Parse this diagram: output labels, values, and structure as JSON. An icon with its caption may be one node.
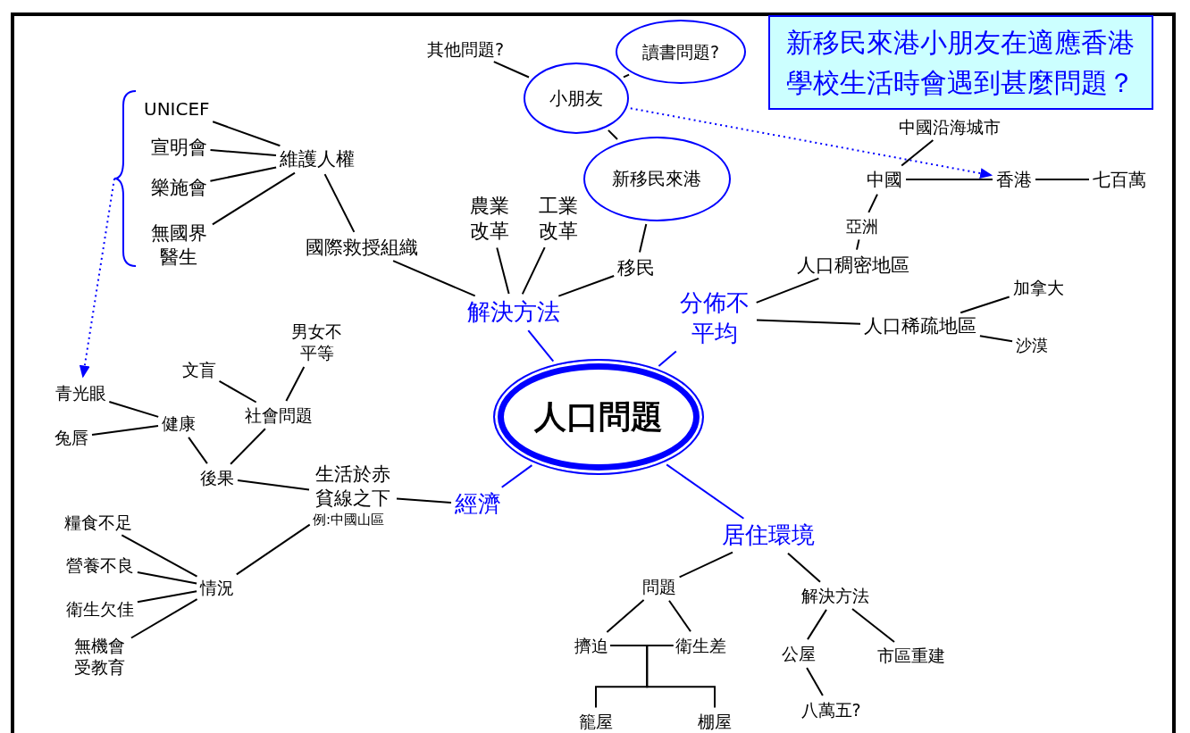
{
  "diagram": {
    "nodes": [
      {
        "text": [
          "新移民來港小朋友在適應香港學校生活時會遇到甚麼問題？"
        ]
      },
      {
        "text": [
          "人口問題"
        ]
      },
      {
        "text": [
          "解決方法"
        ]
      },
      {
        "text": [
          "分佈不平均"
        ]
      },
      {
        "text": [
          "經濟"
        ]
      },
      {
        "text": [
          "居住環境"
        ]
      },
      {
        "text": [
          "國際救授組織"
        ]
      },
      {
        "text": [
          "維護人權"
        ]
      },
      {
        "text": [
          "UNICEF"
        ]
      },
      {
        "text": [
          "宣明會"
        ]
      },
      {
        "text": [
          "樂施會"
        ]
      },
      {
        "text": [
          "無國界醫生"
        ]
      },
      {
        "text": [
          "農業改革"
        ]
      },
      {
        "text": [
          "工業改革"
        ]
      },
      {
        "text": [
          "移民"
        ]
      },
      {
        "text": [
          "新移民來港"
        ]
      },
      {
        "text": [
          "小朋友"
        ]
      },
      {
        "text": [
          "讀書問題?"
        ]
      },
      {
        "text": [
          "其他問題?"
        ]
      },
      {
        "text": [
          "人口稠密地區"
        ]
      },
      {
        "text": [
          "亞洲"
        ]
      },
      {
        "text": [
          "中國"
        ]
      },
      {
        "text": [
          "中國沿海城市"
        ]
      },
      {
        "text": [
          "香港"
        ]
      },
      {
        "text": [
          "七百萬"
        ]
      },
      {
        "text": [
          "人口稀疏地區"
        ]
      },
      {
        "text": [
          "加拿大"
        ]
      },
      {
        "text": [
          "沙漠"
        ]
      },
      {
        "text": [
          "男女不平等"
        ]
      },
      {
        "text": [
          "文盲"
        ]
      },
      {
        "text": [
          "社會問題"
        ]
      },
      {
        "text": [
          "青光眼"
        ]
      },
      {
        "text": [
          "兔唇"
        ]
      },
      {
        "text": [
          "健康"
        ]
      },
      {
        "text": [
          "後果"
        ]
      },
      {
        "text": [
          "生活於赤貧線之下",
          "例:中國山區"
        ]
      },
      {
        "text": [
          "糧食不足"
        ]
      },
      {
        "text": [
          "營養不良"
        ]
      },
      {
        "text": [
          "衛生欠佳"
        ]
      },
      {
        "text": [
          "無機會受教育"
        ]
      },
      {
        "text": [
          "情況"
        ]
      },
      {
        "text": [
          "問題"
        ]
      },
      {
        "text": [
          "解決方法"
        ]
      },
      {
        "text": [
          "擠迫"
        ]
      },
      {
        "text": [
          "衛生差"
        ]
      },
      {
        "text": [
          "籠屋"
        ]
      },
      {
        "text": [
          "棚屋"
        ]
      },
      {
        "text": [
          "公屋"
        ]
      },
      {
        "text": [
          "市區重建"
        ]
      },
      {
        "text": [
          "八萬五?"
        ]
      },
      {
        "text": [],
        "shape": "brace"
      }
    ],
    "edges": [
      {
        "from": 1,
        "to": 2,
        "arrow": "none",
        "color": "#0000ff"
      },
      {
        "from": 1,
        "to": 3,
        "arrow": "none",
        "color": "#0000ff"
      },
      {
        "from": 1,
        "to": 4,
        "arrow": "none",
        "color": "#0000ff"
      },
      {
        "from": 1,
        "to": 5,
        "arrow": "none",
        "color": "#0000ff"
      },
      {
        "from": 2,
        "to": 6,
        "arrow": "none"
      },
      {
        "from": 2,
        "to": 12,
        "arrow": "none"
      },
      {
        "from": 2,
        "to": 13,
        "arrow": "none"
      },
      {
        "from": 2,
        "to": 14,
        "arrow": "none"
      },
      {
        "from": 6,
        "to": 7,
        "arrow": "none"
      },
      {
        "from": 7,
        "to": 8,
        "arrow": "none"
      },
      {
        "from": 7,
        "to": 9,
        "arrow": "none"
      },
      {
        "from": 7,
        "to": 10,
        "arrow": "none"
      },
      {
        "from": 7,
        "to": 11,
        "arrow": "none"
      },
      {
        "from": 14,
        "to": 15,
        "arrow": "none"
      },
      {
        "from": 15,
        "to": 16,
        "arrow": "none"
      },
      {
        "from": 16,
        "to": 18,
        "arrow": "none"
      },
      {
        "from": 16,
        "to": 17,
        "arrow": "none"
      },
      {
        "from": 16,
        "to": 23,
        "arrow": "to",
        "style": "dashed",
        "color": "#0000ff"
      },
      {
        "from": 50,
        "to": 31,
        "arrow": "to",
        "style": "dashed",
        "color": "#0000ff"
      },
      {
        "from": 3,
        "to": 19,
        "arrow": "none"
      },
      {
        "from": 3,
        "to": 25,
        "arrow": "none"
      },
      {
        "from": 19,
        "to": 20,
        "arrow": "none"
      },
      {
        "from": 20,
        "to": 21,
        "arrow": "none"
      },
      {
        "from": 21,
        "to": 22,
        "arrow": "none"
      },
      {
        "from": 21,
        "to": 23,
        "arrow": "none"
      },
      {
        "from": 23,
        "to": 24,
        "arrow": "none"
      },
      {
        "from": 25,
        "to": 26,
        "arrow": "none"
      },
      {
        "from": 25,
        "to": 27,
        "arrow": "none"
      },
      {
        "from": 4,
        "to": 35,
        "arrow": "none"
      },
      {
        "from": 35,
        "to": 34,
        "arrow": "none"
      },
      {
        "from": 35,
        "to": 40,
        "arrow": "none"
      },
      {
        "from": 34,
        "to": 33,
        "arrow": "none"
      },
      {
        "from": 34,
        "to": 30,
        "arrow": "none"
      },
      {
        "from": 30,
        "to": 29,
        "arrow": "none"
      },
      {
        "from": 30,
        "to": 28,
        "arrow": "none"
      },
      {
        "from": 33,
        "to": 31,
        "arrow": "none"
      },
      {
        "from": 33,
        "to": 32,
        "arrow": "none"
      },
      {
        "from": 40,
        "to": 36,
        "arrow": "none"
      },
      {
        "from": 40,
        "to": 37,
        "arrow": "none"
      },
      {
        "from": 40,
        "to": 38,
        "arrow": "none"
      },
      {
        "from": 40,
        "to": 39,
        "arrow": "none"
      },
      {
        "from": 5,
        "to": 41,
        "arrow": "none"
      },
      {
        "from": 5,
        "to": 42,
        "arrow": "none"
      },
      {
        "from": 41,
        "to": 43,
        "arrow": "none"
      },
      {
        "from": 41,
        "to": 44,
        "arrow": "none"
      },
      {
        "from": 43,
        "to": 44,
        "arrow": "none"
      },
      {
        "from": 43,
        "to": 45,
        "arrow": "none"
      },
      {
        "from": 44,
        "to": 46,
        "arrow": "none"
      },
      {
        "from": 42,
        "to": 47,
        "arrow": "none"
      },
      {
        "from": 42,
        "to": 48,
        "arrow": "none"
      },
      {
        "from": 47,
        "to": 49,
        "arrow": "none"
      }
    ]
  }
}
